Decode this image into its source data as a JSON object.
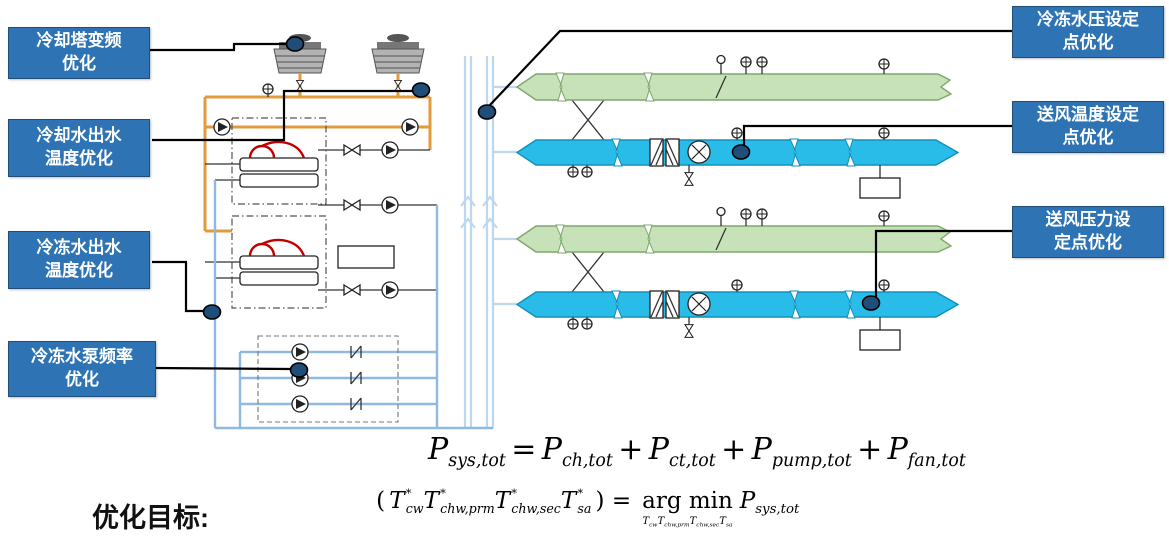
{
  "colors": {
    "label_bg": "#2E74B5",
    "label_border": "#1F4E79",
    "label_text": "#FFFFFF",
    "dot": "#1F4E79",
    "pipe_orange": "#E39A3B",
    "pipe_chw": "#8FB9E0",
    "pipe_riser": "#BDD7EE",
    "duct_supply": "#29BCE8",
    "duct_return": "#C7E1B8",
    "chiller_red": "#C00000"
  },
  "callouts": {
    "left": [
      {
        "text": "冷却塔变频\n优化"
      },
      {
        "text": "冷却水出水\n温度优化"
      },
      {
        "text": "冷冻水出水\n温度优化"
      },
      {
        "text": "冷冻水泵频率\n优化"
      }
    ],
    "right": [
      {
        "text": "冷冻水压设定\n点优化"
      },
      {
        "text": "送风温度设定\n点优化"
      },
      {
        "text": "送风压力设\n定点优化"
      }
    ]
  },
  "objective": {
    "label": "优化目标:"
  },
  "equations": {
    "line1": [
      {
        "v": "P",
        "sub": "sys,tot"
      },
      {
        "o": "="
      },
      {
        "v": "P",
        "sub": "ch,tot"
      },
      {
        "o": "+"
      },
      {
        "v": "P",
        "sub": "ct,tot"
      },
      {
        "o": "+"
      },
      {
        "v": "P",
        "sub": "pump,tot"
      },
      {
        "o": "+"
      },
      {
        "v": "P",
        "sub": "fan,tot"
      }
    ],
    "line2_left": [
      {
        "o": "("
      },
      {
        "v": "T",
        "sup": "*",
        "sub": "cw"
      },
      {
        "v": "T",
        "sup": "*",
        "sub": "chw,prm"
      },
      {
        "v": "T",
        "sup": "*",
        "sub": "chw,sec"
      },
      {
        "v": "T",
        "sup": "*",
        "sub": "sa"
      },
      {
        "o": ") ="
      }
    ],
    "argmin": "arg min",
    "argmin_under": [
      {
        "v": "T",
        "sub": "cw"
      },
      {
        "v": "T",
        "sub": "chw,prm"
      },
      {
        "v": "T",
        "sub": "chw,sec"
      },
      {
        "v": "T",
        "sub": "sa"
      }
    ],
    "line2_tail": [
      {
        "v": "P",
        "sub": "sys,tot"
      }
    ]
  }
}
